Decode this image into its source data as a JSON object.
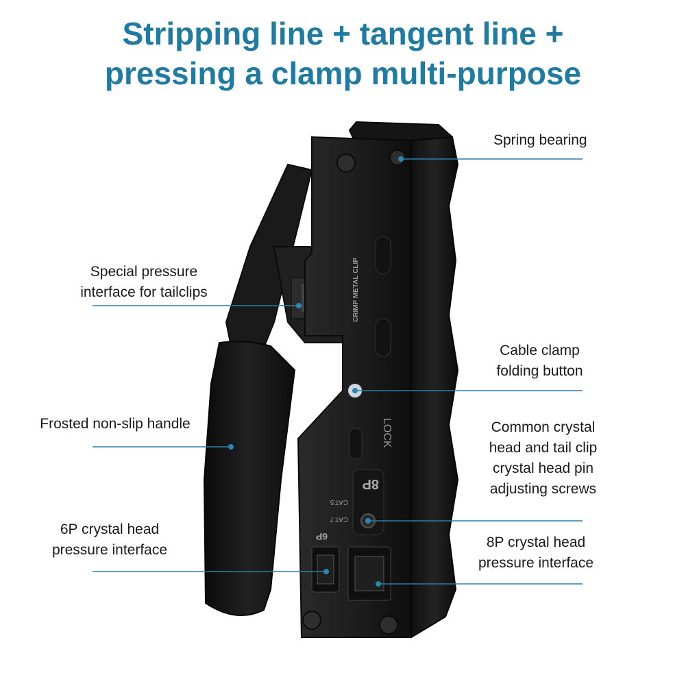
{
  "title": {
    "line1": "Stripping line + tangent line +",
    "line2": "pressing a clamp multi-purpose"
  },
  "labels": {
    "spring_bearing": "Spring bearing",
    "tailclip_1": "Special pressure",
    "tailclip_2": "interface for tailclips",
    "cable_clamp_1": "Cable clamp",
    "cable_clamp_2": "folding button",
    "handle": "Frosted non-slip handle",
    "screws_1": "Common crystal",
    "screws_2": "head and tail clip",
    "screws_3": "crystal head pin",
    "screws_4": "adjusting screws",
    "six_p_1": "6P crystal head",
    "six_p_2": "pressure interface",
    "eight_p_1": "8P crystal head",
    "eight_p_2": "pressure interface"
  },
  "tool_markings": {
    "crimp": "CRIMP METAL CLIP",
    "lock": "LOCK",
    "eight_p": "8P",
    "cat5": "CAT.5",
    "cat7": "CAT.7",
    "six_p": "6P"
  },
  "colors": {
    "title": "#1f7ba1",
    "callout_line": "#2a7fa8",
    "callout_dot": "#2a86b3",
    "tool_body": "#1c1c1c",
    "handle": "#141414"
  }
}
